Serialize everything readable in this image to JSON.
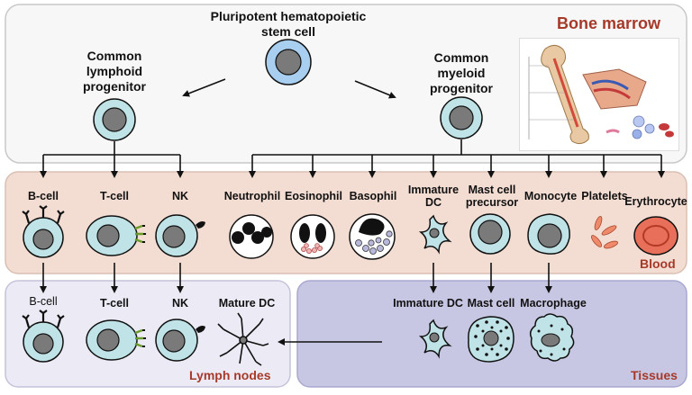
{
  "regions": {
    "bone_marrow": "Bone marrow",
    "blood": "Blood",
    "lymph_nodes": "Lymph nodes",
    "tissues": "Tissues"
  },
  "nodes": {
    "stem_cell": "Pluripotent hematopoietic\nstem cell",
    "lymphoid_progenitor": "Common\nlymphoid\nprogenitor",
    "myeloid_progenitor": "Common\nmyeloid\nprogenitor"
  },
  "blood_cells": {
    "b_cell": "B-cell",
    "t_cell": "T-cell",
    "nk": "NK",
    "neutrophil": "Neutrophil",
    "eosinophil": "Eosinophil",
    "basophil": "Basophil",
    "immature_dc": "Immature\nDC",
    "mast_cell_precursor": "Mast cell\nprecursor",
    "monocyte": "Monocyte",
    "platelets": "Platelets",
    "erythrocyte": "Erythrocyte"
  },
  "lymph_cells": {
    "b_cell": "B-cell",
    "t_cell": "T-cell",
    "nk": "NK",
    "mature_dc": "Mature DC"
  },
  "tissue_cells": {
    "immature_dc": "Immature DC",
    "mast_cell": "Mast cell",
    "macrophage": "Macrophage"
  },
  "colors": {
    "bone_marrow_bg": "#f7f7f7",
    "blood_bg": "#f3ddd3",
    "lymph_bg": "#ecebf5",
    "tissue_bg": "#c7c7e3",
    "cell_fill": "#bfe3e6",
    "stem_fill": "#a9cff0",
    "nucleus": "#7a7a7a",
    "region_label": "#a63a2a",
    "erythrocyte": "#e8705a",
    "platelet": "#ee8a6a"
  }
}
